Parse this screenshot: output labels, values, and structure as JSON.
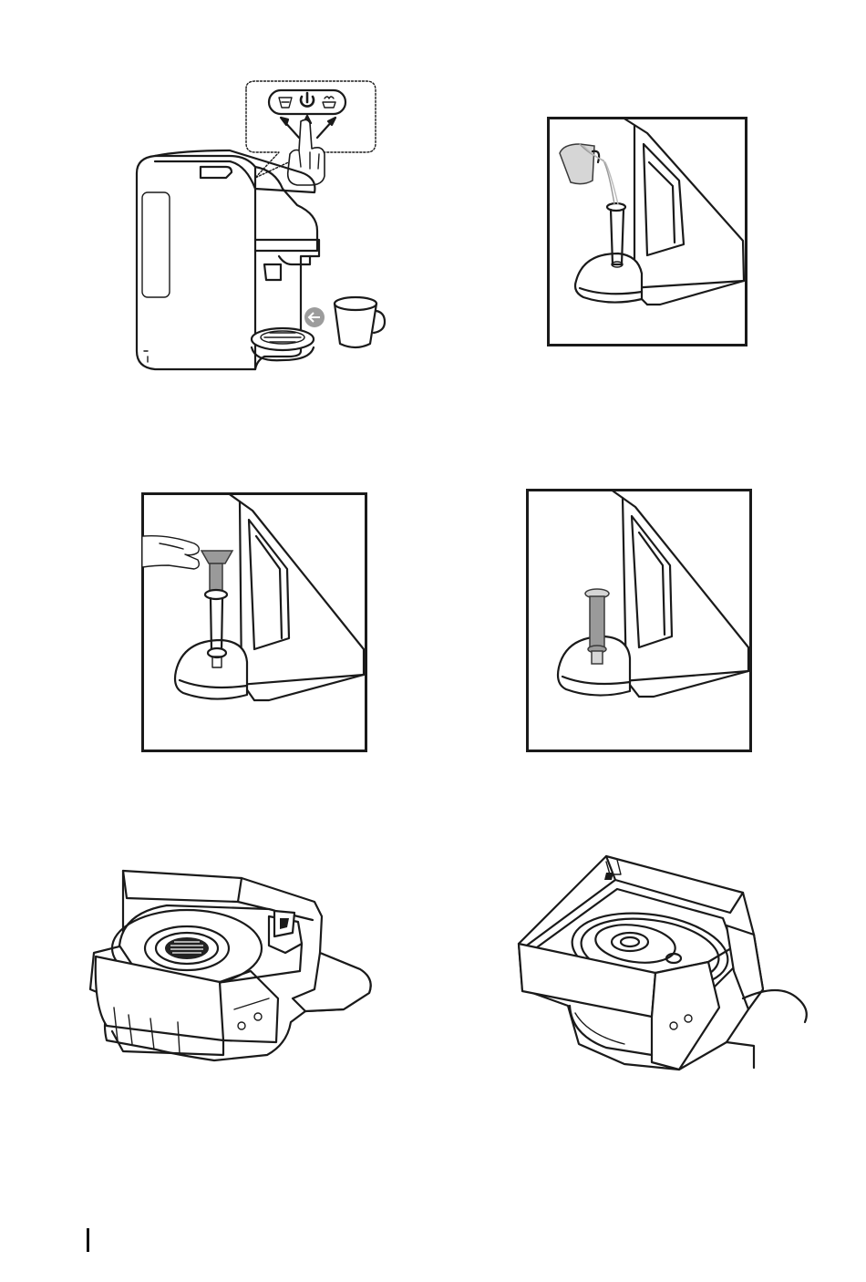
{
  "page": {
    "figures": [
      {
        "id": "fig-machine-power",
        "icons": [
          "descale-icon",
          "power-icon",
          "cup-icon",
          "touch-hand-icon",
          "arrow-left-icon"
        ]
      },
      {
        "id": "fig-fill-water",
        "icons": [
          "measuring-jug-icon",
          "syringe-tool-icon"
        ]
      },
      {
        "id": "fig-press-plunger",
        "icons": [
          "hand-icon",
          "syringe-tool-icon"
        ]
      },
      {
        "id": "fig-tool-inserted",
        "icons": [
          "syringe-tool-icon"
        ]
      },
      {
        "id": "fig-capsule-holder-open",
        "icons": [
          "capsule-holder-icon"
        ]
      },
      {
        "id": "fig-capsule-holder-seal",
        "icons": [
          "capsule-holder-icon"
        ]
      }
    ],
    "colors": {
      "line": "#1a1a1a",
      "paper": "#ffffff",
      "tool_fill": "#9a9a9a"
    }
  }
}
